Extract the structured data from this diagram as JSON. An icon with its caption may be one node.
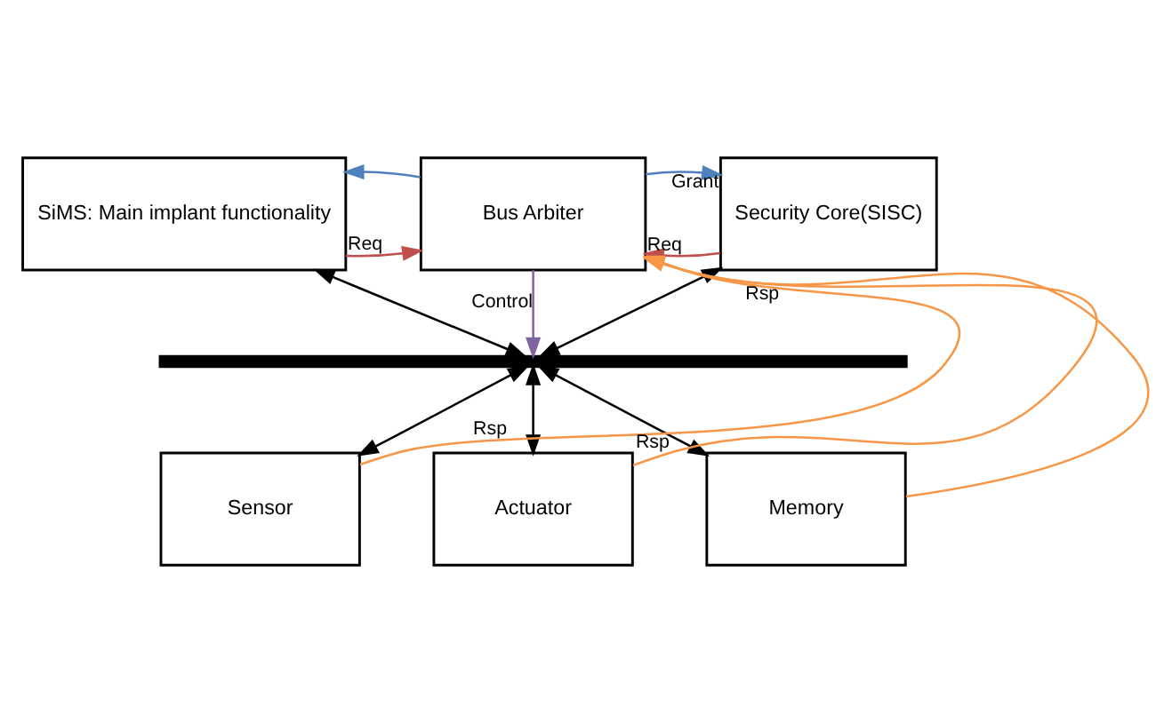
{
  "diagram": {
    "nodes": [
      {
        "text": [
          "SiMS: Main implant functionality"
        ]
      },
      {
        "text": [
          "Security Core(SISC)"
        ]
      },
      {
        "text": [
          "Bus Arbiter"
        ]
      },
      {
        "text": [],
        "shape": "bar"
      },
      {
        "text": [
          "Sensor"
        ]
      },
      {
        "text": [
          "Actuator"
        ]
      },
      {
        "text": [
          "Memory"
        ]
      }
    ],
    "edges": [
      {
        "from": 0,
        "to": 2,
        "arrow": "to",
        "label": "Req",
        "color": "#c0504d"
      },
      {
        "from": 1,
        "to": 2,
        "arrow": "to",
        "label": "Req",
        "color": "#c0504d"
      },
      {
        "from": 2,
        "to": 1,
        "arrow": "to",
        "label": "Grant",
        "color": "#4f81bd"
      },
      {
        "from": 2,
        "to": 0,
        "arrow": "to",
        "color": "#4f81bd"
      },
      {
        "from": 2,
        "to": 3,
        "arrow": "to",
        "label": "Control",
        "color": "#8064a2"
      },
      {
        "from": 0,
        "to": 3,
        "arrow": "both"
      },
      {
        "from": 1,
        "to": 3,
        "arrow": "both"
      },
      {
        "from": 3,
        "to": 4,
        "arrow": "both"
      },
      {
        "from": 3,
        "to": 5,
        "arrow": "both"
      },
      {
        "from": 3,
        "to": 6,
        "arrow": "both"
      },
      {
        "from": 4,
        "to": 2,
        "arrow": "to",
        "label": "Rsp",
        "color": "#f79646"
      },
      {
        "from": 5,
        "to": 2,
        "arrow": "to",
        "label": "Rsp",
        "color": "#f79646"
      },
      {
        "from": 6,
        "to": 2,
        "arrow": "to",
        "label": "Rsp",
        "color": "#f79646"
      }
    ]
  }
}
